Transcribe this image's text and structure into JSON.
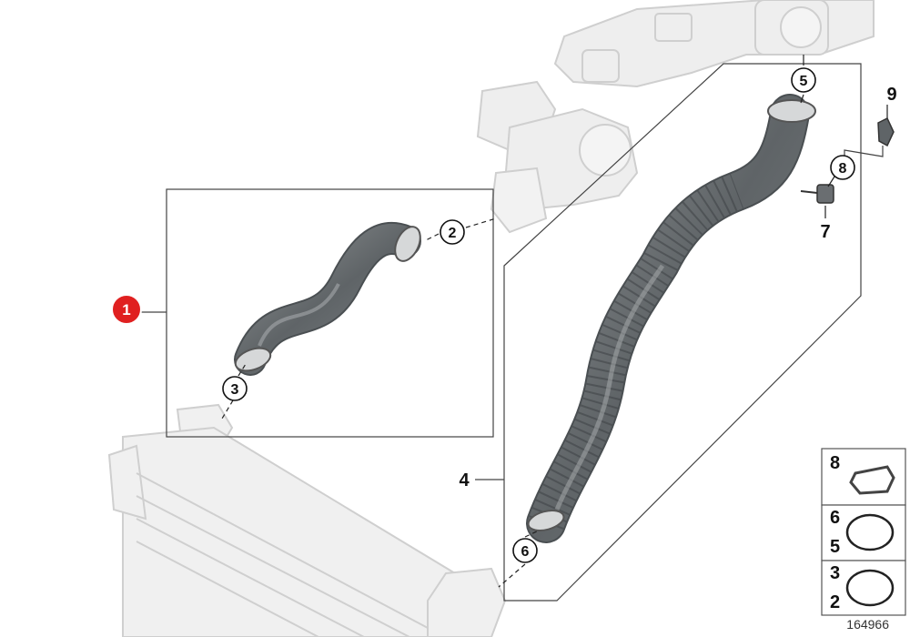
{
  "diagram": {
    "id": "164966",
    "marker": {
      "label": "1",
      "color": "#e02020"
    },
    "callouts": {
      "c2": "2",
      "c3": "3",
      "c5": "5",
      "c6": "6",
      "c8": "8"
    },
    "labels": {
      "l4": "4",
      "l7": "7",
      "l9": "9"
    },
    "legend": [
      {
        "top": "8",
        "bottom": ""
      },
      {
        "top": "6",
        "bottom": "5"
      },
      {
        "top": "3",
        "bottom": "2"
      }
    ]
  }
}
